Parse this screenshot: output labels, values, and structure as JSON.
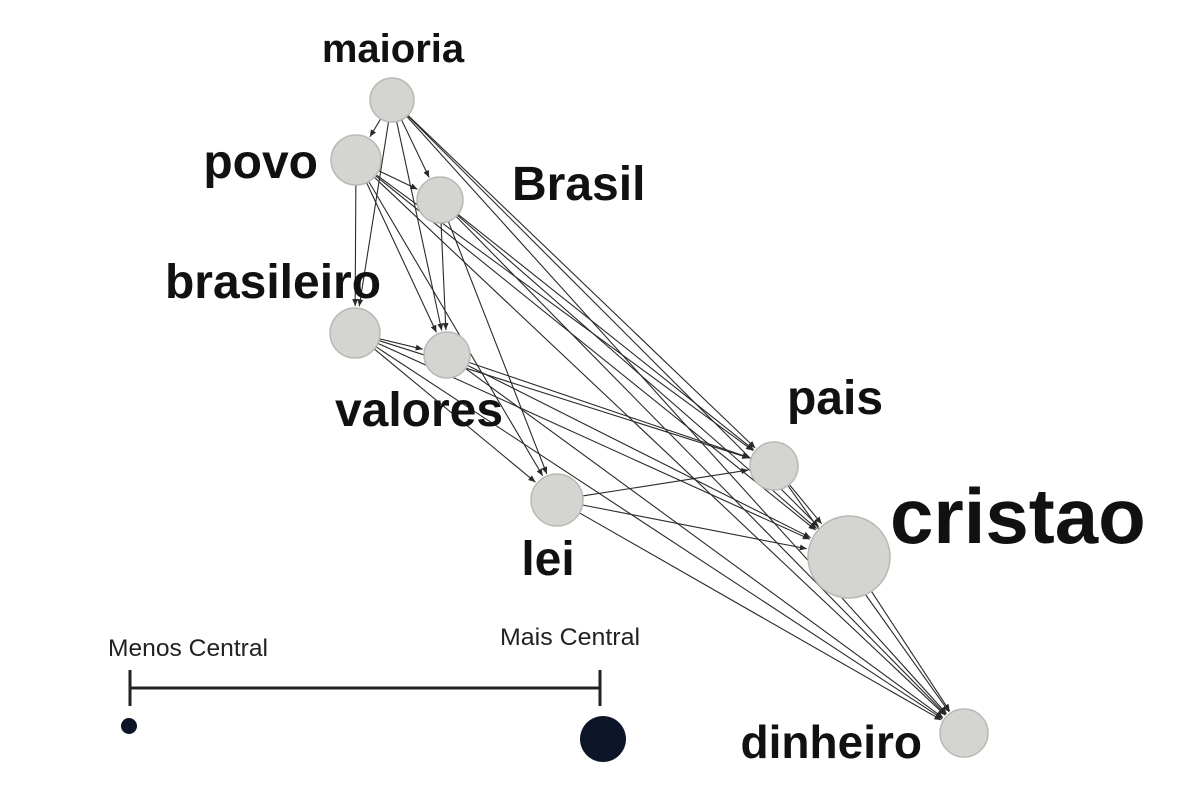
{
  "colors": {
    "node_fill": "#d4d5d0",
    "node_stroke": "#b8b9b4",
    "edge": "#2a2a2a",
    "text": "#111111",
    "legend_dot": "#0d1628"
  },
  "graph": {
    "nodes": [
      {
        "id": "maioria",
        "label": "maioria",
        "centrality": 0.2
      },
      {
        "id": "povo",
        "label": "povo",
        "centrality": 0.3
      },
      {
        "id": "brasil",
        "label": "Brasil",
        "centrality": 0.25
      },
      {
        "id": "brasileiro",
        "label": "brasileiro",
        "centrality": 0.25
      },
      {
        "id": "valores",
        "label": "valores",
        "centrality": 0.22
      },
      {
        "id": "pais",
        "label": "pais",
        "centrality": 0.25
      },
      {
        "id": "lei",
        "label": "lei",
        "centrality": 0.27
      },
      {
        "id": "cristao",
        "label": "cristao",
        "centrality": 1.0
      },
      {
        "id": "dinheiro",
        "label": "dinheiro",
        "centrality": 0.22
      }
    ],
    "edges": [
      [
        "maioria",
        "povo"
      ],
      [
        "maioria",
        "brasil"
      ],
      [
        "maioria",
        "brasileiro"
      ],
      [
        "maioria",
        "valores"
      ],
      [
        "maioria",
        "pais"
      ],
      [
        "maioria",
        "cristao"
      ],
      [
        "maioria",
        "dinheiro"
      ],
      [
        "povo",
        "brasil"
      ],
      [
        "povo",
        "brasileiro"
      ],
      [
        "povo",
        "valores"
      ],
      [
        "povo",
        "pais"
      ],
      [
        "povo",
        "lei"
      ],
      [
        "povo",
        "cristao"
      ],
      [
        "povo",
        "dinheiro"
      ],
      [
        "brasil",
        "valores"
      ],
      [
        "brasil",
        "pais"
      ],
      [
        "brasil",
        "lei"
      ],
      [
        "brasil",
        "cristao"
      ],
      [
        "brasil",
        "dinheiro"
      ],
      [
        "brasileiro",
        "valores"
      ],
      [
        "brasileiro",
        "pais"
      ],
      [
        "brasileiro",
        "lei"
      ],
      [
        "brasileiro",
        "cristao"
      ],
      [
        "brasileiro",
        "dinheiro"
      ],
      [
        "valores",
        "pais"
      ],
      [
        "valores",
        "cristao"
      ],
      [
        "valores",
        "dinheiro"
      ],
      [
        "lei",
        "pais"
      ],
      [
        "lei",
        "cristao"
      ],
      [
        "lei",
        "dinheiro"
      ],
      [
        "pais",
        "cristao"
      ],
      [
        "pais",
        "dinheiro"
      ],
      [
        "cristao",
        "dinheiro"
      ]
    ]
  },
  "legend": {
    "less_label": "Menos Central",
    "more_label": "Mais Central"
  }
}
